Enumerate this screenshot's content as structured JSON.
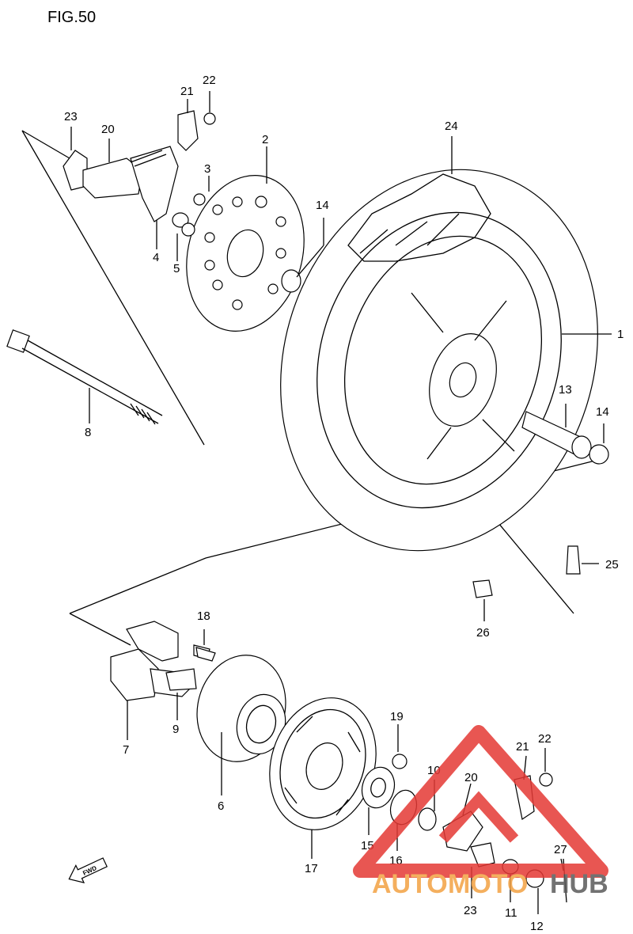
{
  "figure": {
    "title": "FIG.50"
  },
  "callouts": [
    "1",
    "2",
    "3",
    "4",
    "5",
    "6",
    "7",
    "8",
    "9",
    "10",
    "11",
    "12",
    "13",
    "14",
    "14",
    "16",
    "17",
    "18",
    "19",
    "20",
    "20",
    "21",
    "21",
    "22",
    "22",
    "23",
    "23",
    "24",
    "25",
    "26",
    "27",
    "15"
  ],
  "fwd_label": "FWD",
  "watermark": {
    "part1": "AUTO",
    "part2": "MOTO",
    "part3": "HUB",
    "color_orange": "#f3a243",
    "color_red": "#e53935",
    "color_dark": "#5a5a5a"
  }
}
